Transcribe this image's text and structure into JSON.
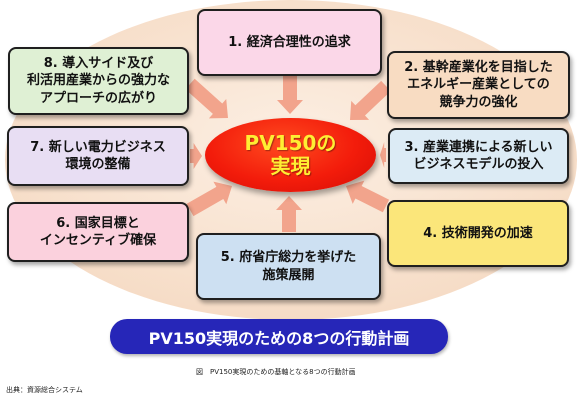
{
  "center": {
    "text": "PV150の\n実現"
  },
  "boxes": [
    {
      "label": "1. 経済合理性の追求"
    },
    {
      "label": "2. 基幹産業化を目指した\nエネルギー産業としての\n競争力の強化"
    },
    {
      "label": "3. 産業連携による新しい\nビジネスモデルの投入"
    },
    {
      "label": "4. 技術開発の加速"
    },
    {
      "label": "5. 府省庁総力を挙げた\n施策展開"
    },
    {
      "label": "6. 国家目標と\nインセンティブ確保"
    },
    {
      "label": "7. 新しい電力ビジネス\n環境の整備"
    },
    {
      "label": "8. 導入サイド及び\n利活用産業からの強力な\nアプローチの広がり"
    }
  ],
  "banner": {
    "text": "PV150実現のための8つの行動計画"
  },
  "caption": "図　PV150実現のための基軸となる8つの行動計画",
  "source": "出典：資源総合システム",
  "colors": {
    "background_ellipse": "#f8e4d2",
    "arrow": "#f2a48c",
    "center_fill": "#f31c0b",
    "center_text": "#ffee33",
    "banner": "#2626b8",
    "box1": "#fbd7e8",
    "box2": "#f8dcc2",
    "box3": "#dcebf5",
    "box4": "#fbe67a",
    "box5": "#cde0f2",
    "box6": "#fbd1dd",
    "box7": "#e8def3",
    "box8": "#dff0d4"
  }
}
